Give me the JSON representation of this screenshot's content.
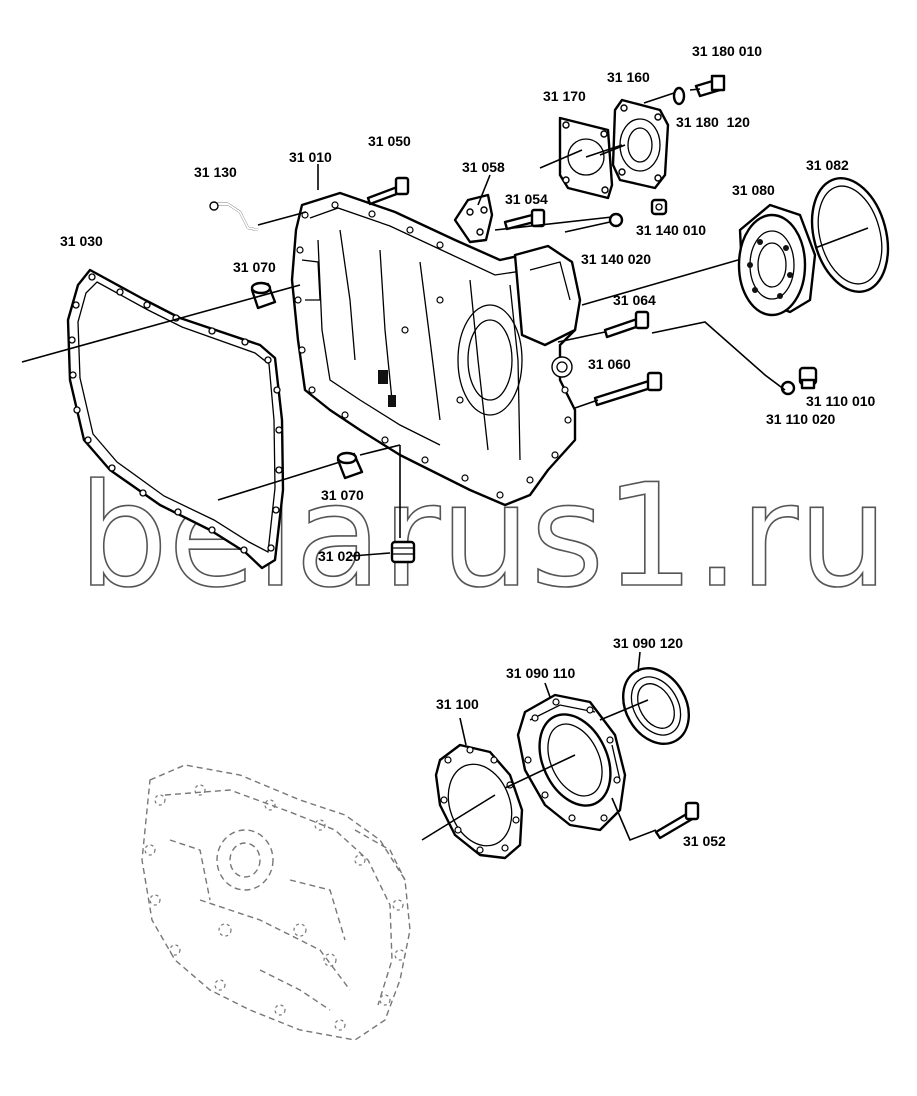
{
  "watermark": "belarus1.ru",
  "labels": {
    "l31180010": "31 180 010",
    "l31160": "31 160",
    "l31170": "31 170",
    "l31180120": "31 180  120",
    "l31050": "31 050",
    "l31010": "31 010",
    "l31130": "31 130",
    "l31058": "31 058",
    "l31082": "31 082",
    "l31054": "31 054",
    "l31080": "31 080",
    "l31140010": "31 140 010",
    "l31030": "31 030",
    "l31140020": "31 140 020",
    "l31070a": "31 070",
    "l31064": "31 064",
    "l31060": "31 060",
    "l31110010": "31 110 010",
    "l31110020": "31 110 020",
    "l31070b": "31 070",
    "l31020": "31 020",
    "l31090120": "31 090 120",
    "l31090110": "31 090 110",
    "l31100": "31 100",
    "l31052": "31 052"
  }
}
